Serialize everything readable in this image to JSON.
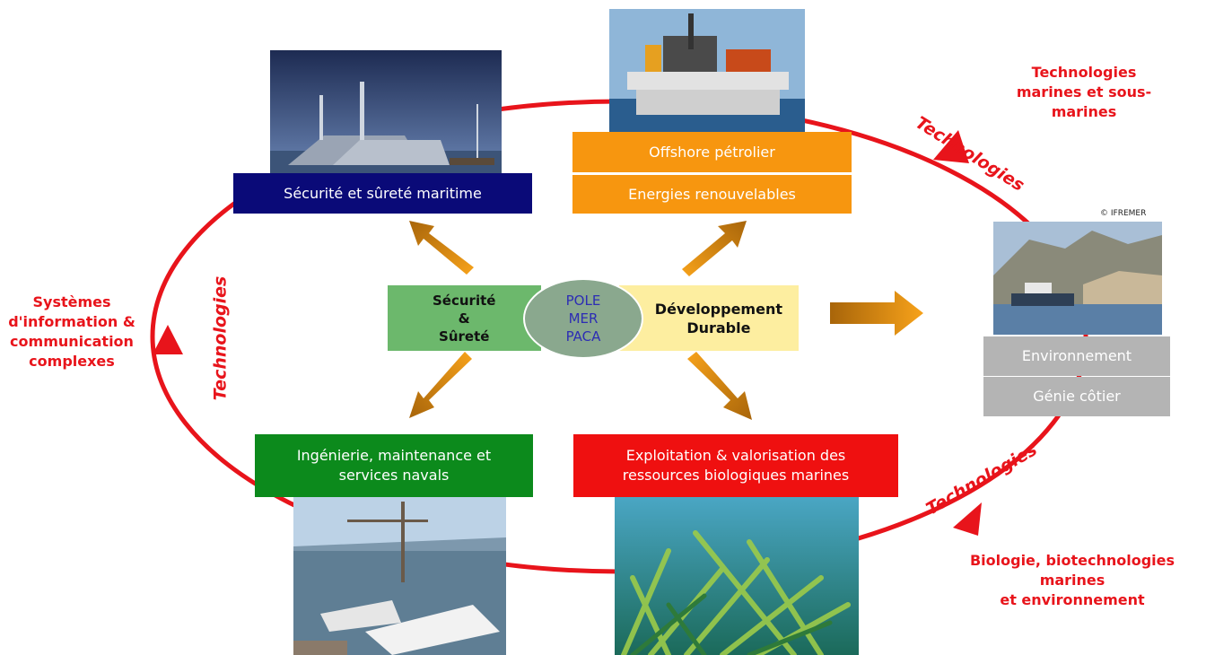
{
  "center": {
    "label": "POLE\nMER\nPACA",
    "left_theme": "Sécurité\n&\nSûreté",
    "right_theme": "Développement\nDurable"
  },
  "sectors": {
    "security": "Sécurité et sûreté maritime",
    "offshore": "Offshore pétrolier",
    "energies": "Energies renouvelables",
    "naval": "Ingénierie, maintenance et\nservices navals",
    "bio": "Exploitation & valorisation des\nressources biologiques marines",
    "environment": "Environnement",
    "coastal": "Génie côtier"
  },
  "technology_domains": {
    "top_right": "Technologies\nmarines et sous-\nmarines",
    "left": "Systèmes\nd'information &\ncommunication\ncomplexes",
    "bottom_right": "Biologie, biotechnologies marines\net environnement"
  },
  "cycle_labels": {
    "top": "Technologies",
    "left": "Technologies",
    "bottom": "Technologies"
  },
  "photo_credit": "© IFREMER",
  "colors": {
    "cycle_red": "#e8141b",
    "security_blue": "#0a0a78",
    "offshore_orange": "#f7960f",
    "naval_green": "#0c8a1c",
    "bio_red": "#ef1010",
    "env_gray": "#b4b4b4",
    "center_green": "#6cb86c",
    "center_yellow": "#fdeea0",
    "arrow_brown": "#a8650a",
    "arrow_orange": "#f7a21a"
  }
}
